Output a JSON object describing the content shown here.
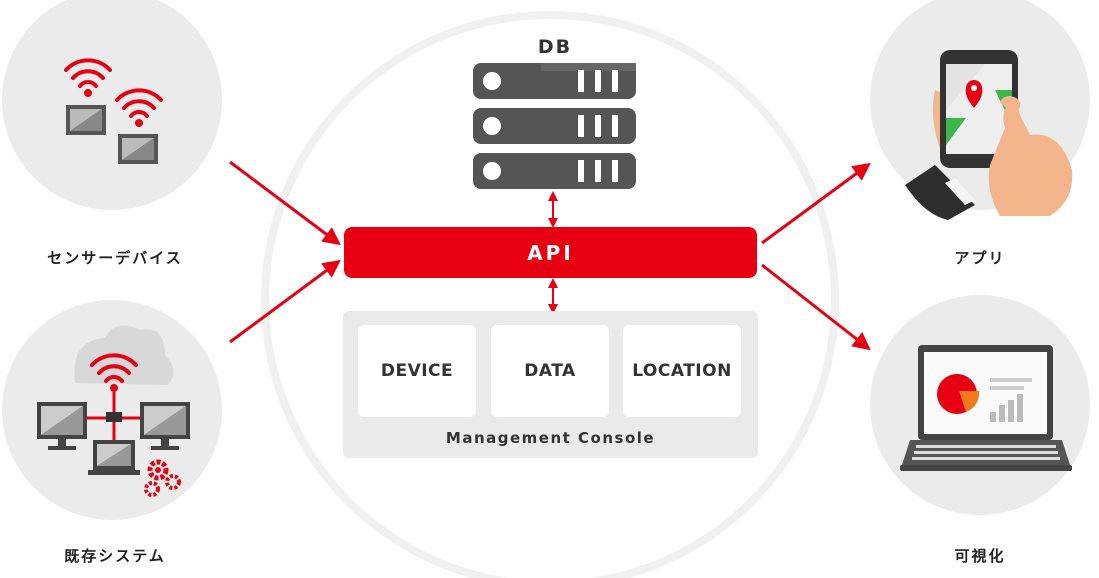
{
  "diagram": {
    "db_label": "DB",
    "api_label": "API",
    "console": {
      "title": "Management Console",
      "modules": [
        "DEVICE",
        "DATA",
        "LOCATION"
      ]
    },
    "inputs": [
      {
        "label": "センサーデバイス",
        "icon": "sensor-wifi-chips-icon"
      },
      {
        "label": "既存システム",
        "icon": "network-computers-cloud-icon"
      }
    ],
    "outputs": [
      {
        "label": "アプリ",
        "icon": "smartphone-map-hand-icon"
      },
      {
        "label": "可視化",
        "icon": "laptop-chart-icon"
      }
    ],
    "colors": {
      "accent": "#e60012",
      "circle": "#ebebeb",
      "server": "#5a5a5a",
      "console_bg": "#eaeaea"
    }
  }
}
